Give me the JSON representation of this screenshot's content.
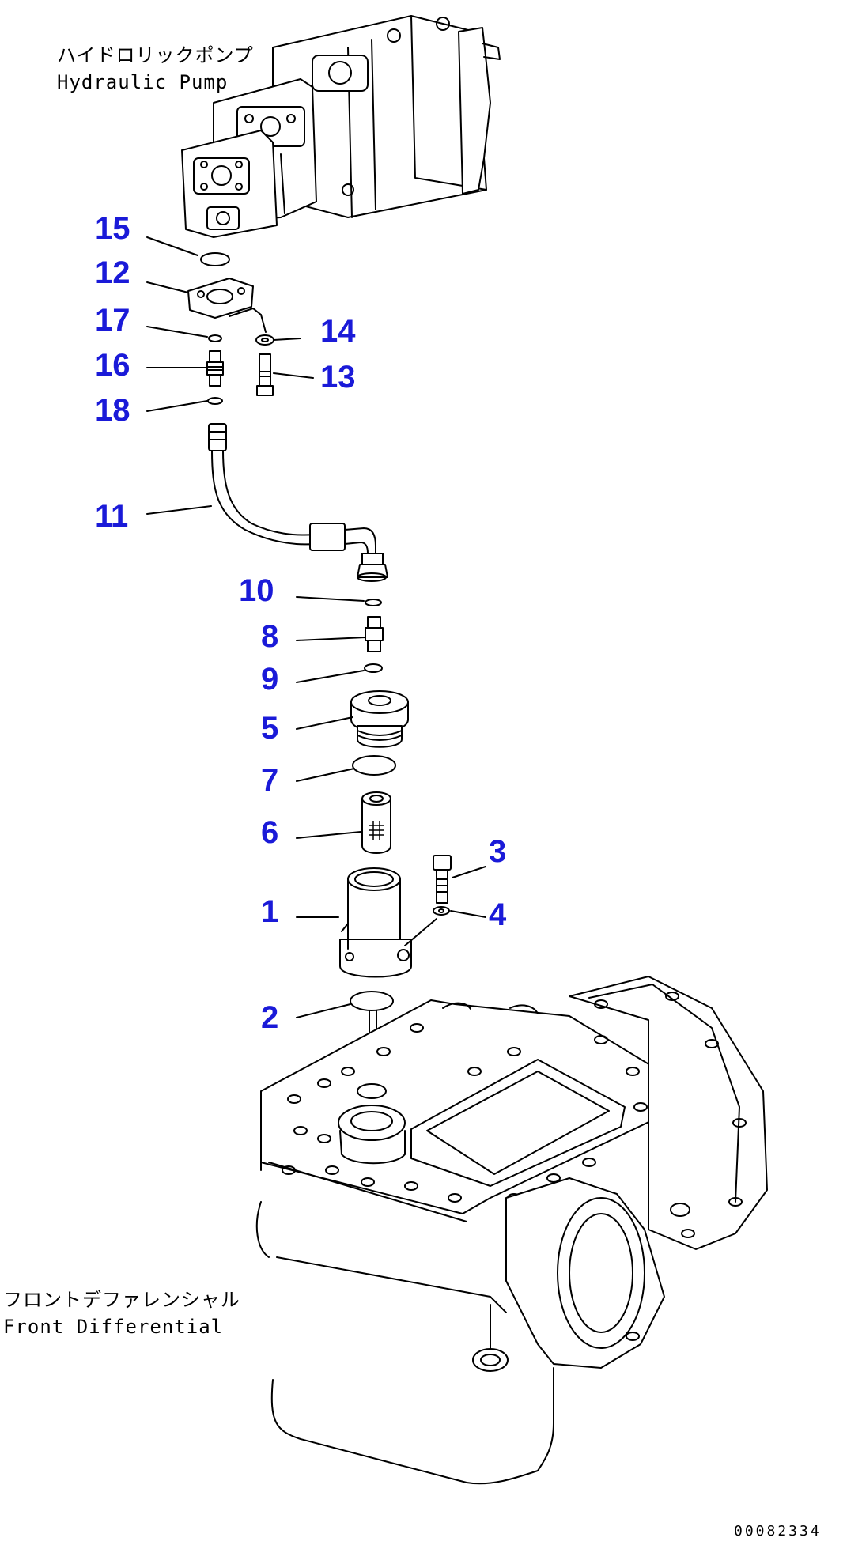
{
  "labels": {
    "pump_jp": "ハイドロリックポンプ",
    "pump_en": "Hydraulic Pump",
    "diff_jp": "フロントデファレンシャル",
    "diff_en": "Front Differential",
    "drawing_code": "00082334"
  },
  "callouts": [
    {
      "id": "c15",
      "text": "15"
    },
    {
      "id": "c12",
      "text": "12"
    },
    {
      "id": "c17",
      "text": "17"
    },
    {
      "id": "c14",
      "text": "14"
    },
    {
      "id": "c16",
      "text": "16"
    },
    {
      "id": "c13",
      "text": "13"
    },
    {
      "id": "c18",
      "text": "18"
    },
    {
      "id": "c11",
      "text": "11"
    },
    {
      "id": "c10",
      "text": "10"
    },
    {
      "id": "c8",
      "text": "8"
    },
    {
      "id": "c9",
      "text": "9"
    },
    {
      "id": "c5",
      "text": "5"
    },
    {
      "id": "c7",
      "text": "7"
    },
    {
      "id": "c6",
      "text": "6"
    },
    {
      "id": "c3",
      "text": "3"
    },
    {
      "id": "c1",
      "text": "1"
    },
    {
      "id": "c4",
      "text": "4"
    },
    {
      "id": "c2",
      "text": "2"
    }
  ],
  "colors": {
    "callout": "#1a1ad8",
    "line": "#000000",
    "background": "#ffffff"
  }
}
